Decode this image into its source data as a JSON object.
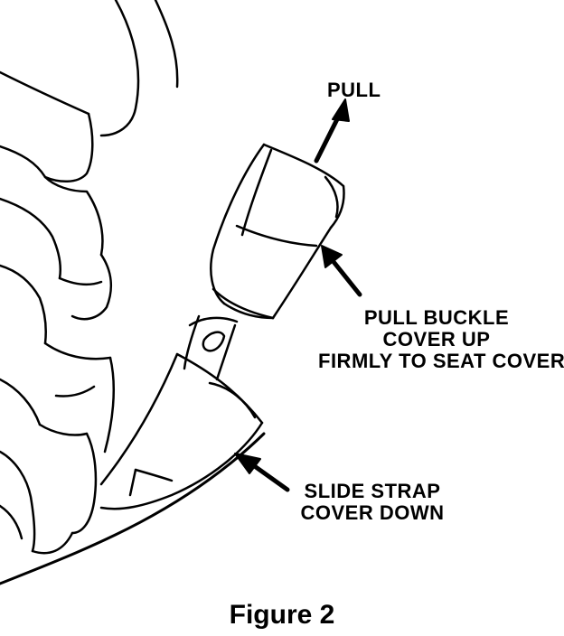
{
  "labels": {
    "pull": "PULL",
    "buckle_cover": [
      "PULL BUCKLE",
      "COVER UP",
      "FIRMLY TO SEAT COVER"
    ],
    "strap_cover": [
      "SLIDE STRAP",
      "COVER DOWN"
    ]
  },
  "caption": "Figure 2",
  "colors": {
    "ink": "#000000",
    "paper": "#ffffff"
  }
}
